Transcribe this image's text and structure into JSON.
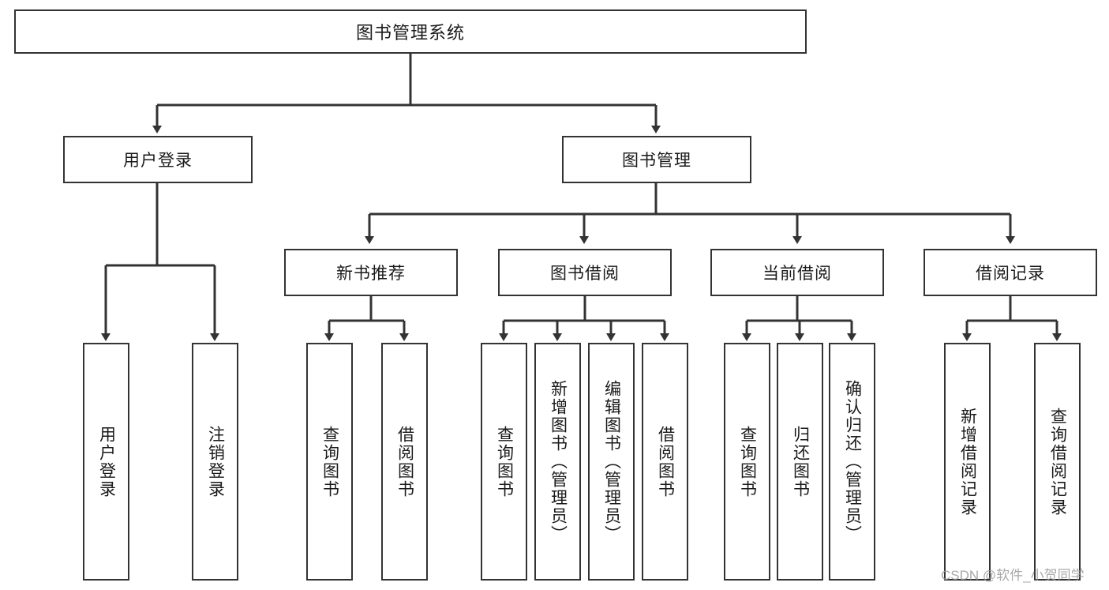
{
  "diagram": {
    "type": "tree",
    "root": {
      "label": "图书管理系统"
    },
    "level2": [
      {
        "label": "用户登录"
      },
      {
        "label": "图书管理"
      }
    ],
    "level3": [
      {
        "label": "新书推荐"
      },
      {
        "label": "图书借阅"
      },
      {
        "label": "当前借阅"
      },
      {
        "label": "借阅记录"
      }
    ],
    "leaves": {
      "user_login": [
        {
          "label": "用户登录"
        },
        {
          "label": "注销登录"
        }
      ],
      "new_book_recommend": [
        {
          "label": "查询图书"
        },
        {
          "label": "借阅图书"
        }
      ],
      "book_borrow": [
        {
          "label": "查询图书"
        },
        {
          "label": "新增图书（管理员）"
        },
        {
          "label": "编辑图书（管理员）"
        },
        {
          "label": "借阅图书"
        }
      ],
      "current_borrow": [
        {
          "label": "查询图书"
        },
        {
          "label": "归还图书"
        },
        {
          "label": "确认归还（管理员）"
        }
      ],
      "borrow_record": [
        {
          "label": "新增借阅记录"
        },
        {
          "label": "查询借阅记录"
        }
      ]
    },
    "colors": {
      "stroke": "#333333",
      "fill": "#ffffff",
      "text": "#1a1a1a",
      "watermark": "#9a9a9a"
    }
  },
  "watermark": {
    "text": "CSDN @软件_小贺同学"
  }
}
